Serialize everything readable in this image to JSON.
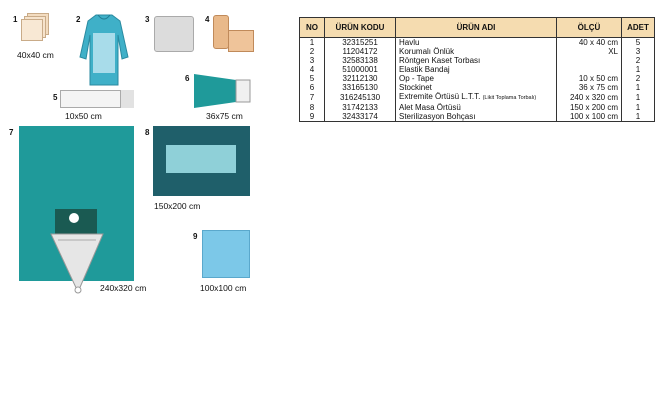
{
  "figure": {
    "items": [
      {
        "num": "1",
        "size": "40x40 cm"
      },
      {
        "num": "2",
        "size": ""
      },
      {
        "num": "3",
        "size": ""
      },
      {
        "num": "4",
        "size": ""
      },
      {
        "num": "5",
        "size": "10x50 cm"
      },
      {
        "num": "6",
        "size": "36x75 cm"
      },
      {
        "num": "7",
        "size": "240x320 cm"
      },
      {
        "num": "8",
        "size": "150x200 cm"
      },
      {
        "num": "9",
        "size": "100x100 cm"
      }
    ]
  },
  "table": {
    "headers": {
      "no": "NO",
      "code": "ÜRÜN KODU",
      "name": "ÜRÜN ADI",
      "size": "ÖLÇÜ",
      "qty": "ADET"
    },
    "rows": [
      {
        "no": "1",
        "code": "32315251",
        "name": "Havlu",
        "note": "",
        "size": "40 x 40 cm",
        "qty": "5"
      },
      {
        "no": "2",
        "code": "11204172",
        "name": "Korumalı Önlük",
        "note": "",
        "size": "XL",
        "qty": "3"
      },
      {
        "no": "3",
        "code": "32583138",
        "name": "Röntgen Kaset Torbası",
        "note": "",
        "size": "",
        "qty": "2"
      },
      {
        "no": "4",
        "code": "51000001",
        "name": "Elastik Bandaj",
        "note": "",
        "size": "",
        "qty": "1"
      },
      {
        "no": "5",
        "code": "32112130",
        "name": "Op - Tape",
        "note": "",
        "size": "10 x 50 cm",
        "qty": "2"
      },
      {
        "no": "6",
        "code": "33165130",
        "name": "Stockinet",
        "note": "",
        "size": "36 x 75 cm",
        "qty": "1"
      },
      {
        "no": "7",
        "code": "316245130",
        "name": "Extremite Örtüsü L.T.T.",
        "note": "(Likit Toplama Torbalı)",
        "size": "240 x 320 cm",
        "qty": "1"
      },
      {
        "no": "8",
        "code": "31742133",
        "name": "Alet Masa Örtüsü",
        "note": "",
        "size": "150 x 200 cm",
        "qty": "1"
      },
      {
        "no": "9",
        "code": "32433174",
        "name": "Sterilizasyon Bohçası",
        "note": "",
        "size": "100 x 100 cm",
        "qty": "1"
      }
    ]
  },
  "colors": {
    "teal": "#1f9a9a",
    "dark_teal": "#1f5f6a",
    "light_blue": "#7cc8e8",
    "header_bg": "#f5dcb0"
  }
}
